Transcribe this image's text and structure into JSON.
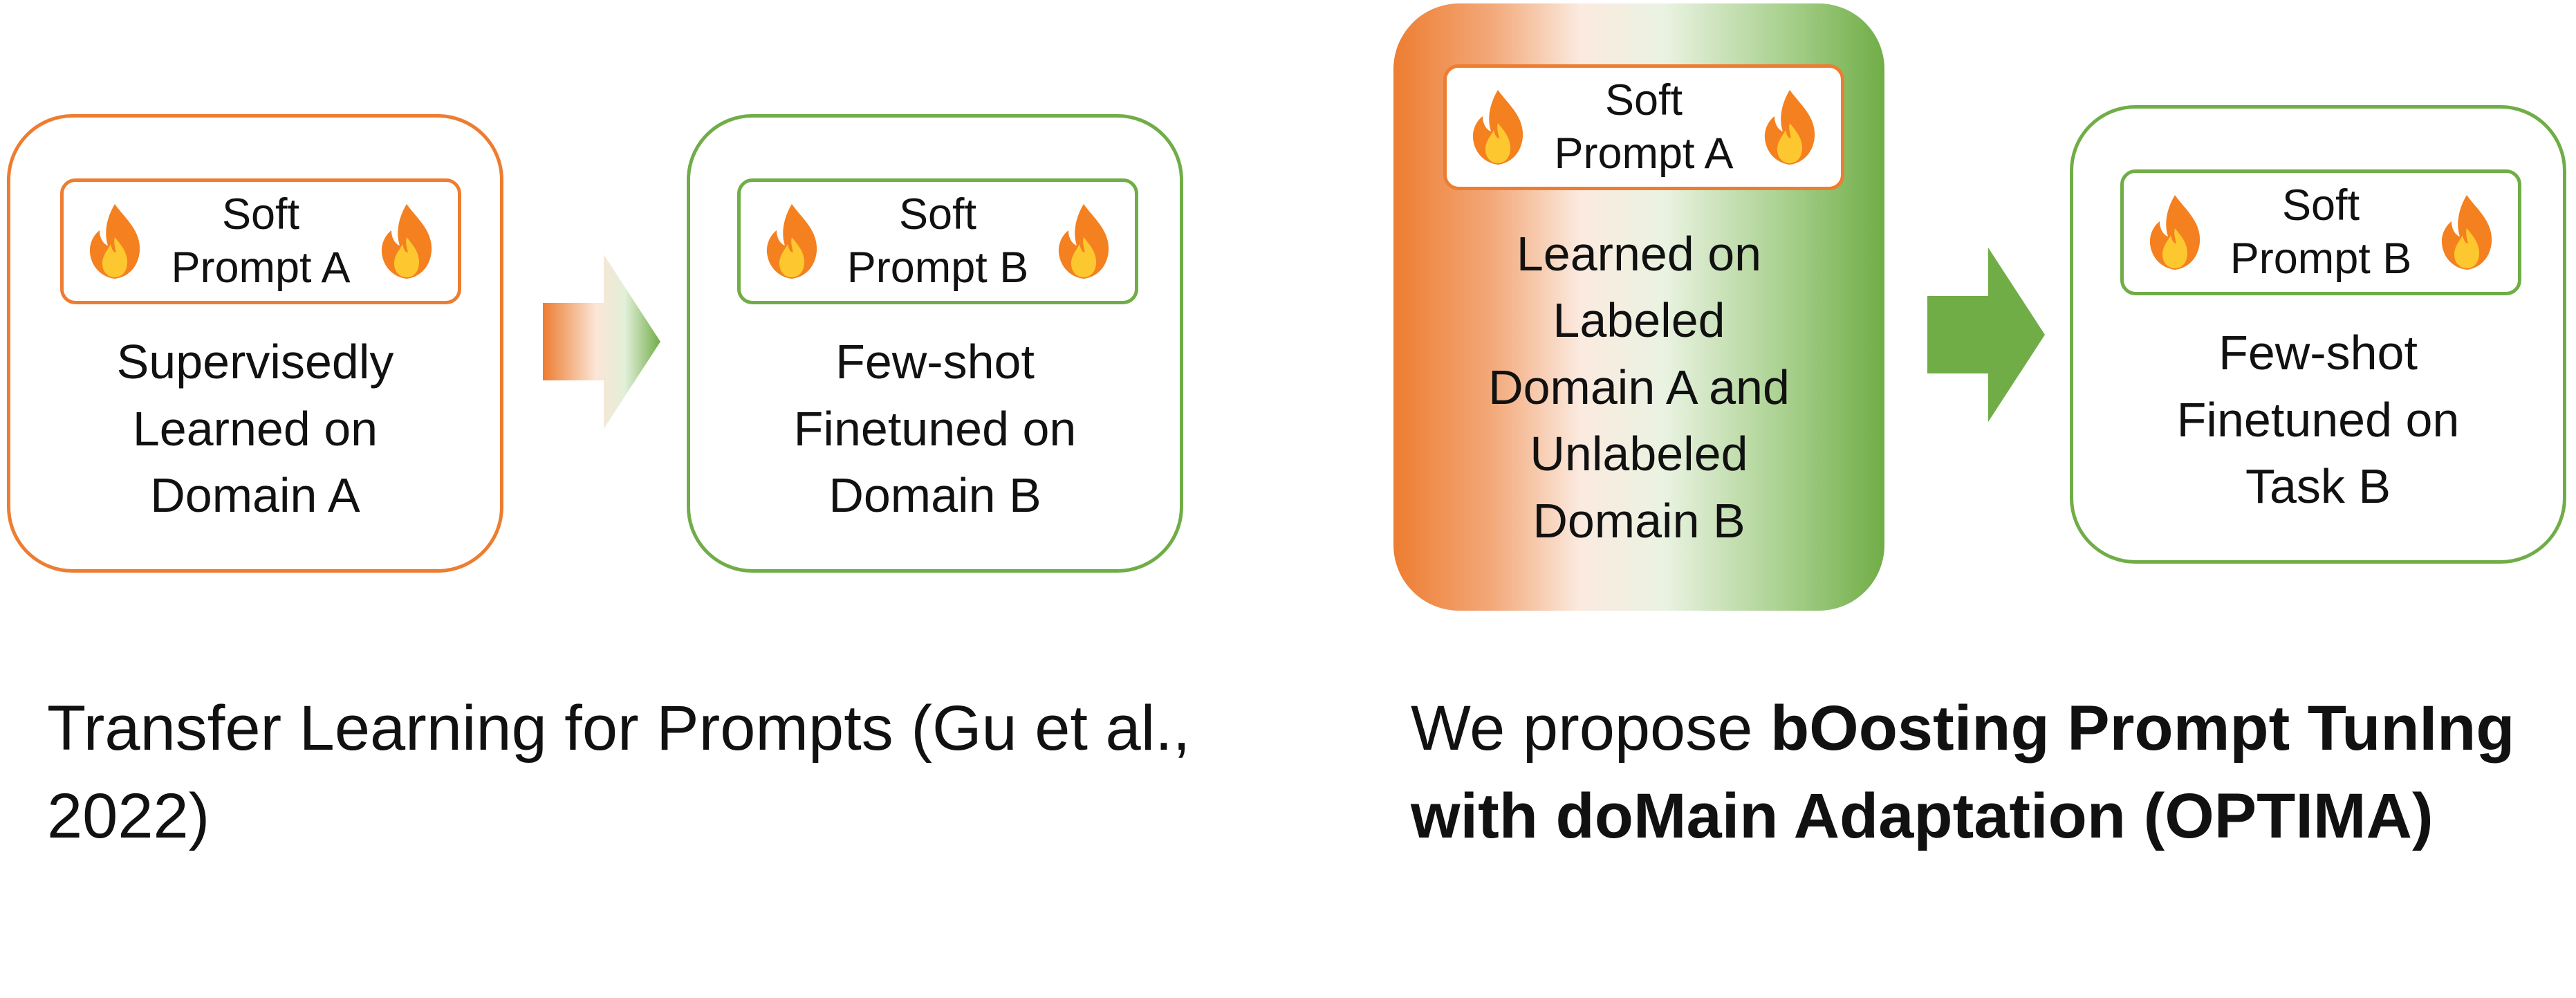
{
  "left_panel": {
    "box1": {
      "prompt_label": "Soft\nPrompt A",
      "description": "Supervisedly\nLearned on\nDomain A"
    },
    "box2": {
      "prompt_label": "Soft\nPrompt B",
      "description": "Few-shot\nFinetuned on\nDomain B"
    },
    "caption": "Transfer Learning for Prompts (Gu et al., 2022)"
  },
  "right_panel": {
    "box1": {
      "prompt_label": "Soft\nPrompt A",
      "description": "Learned on\nLabeled\nDomain A and\nUnlabeled\nDomain B"
    },
    "box2": {
      "prompt_label": "Soft\nPrompt B",
      "description": "Few-shot\nFinetuned on\nTask B"
    },
    "caption_prefix": "We propose ",
    "caption_bold": "bOosting Prompt TunIng with doMain Adaptation (OPTIMA)"
  },
  "icons": {
    "prompt_icon": "fire-icon",
    "transition_icon": "right-arrow-icon"
  },
  "colors": {
    "orange": "#ED7D31",
    "green": "#70AD47",
    "flame_outer": "#F4801F",
    "flame_inner": "#FDC72F"
  }
}
